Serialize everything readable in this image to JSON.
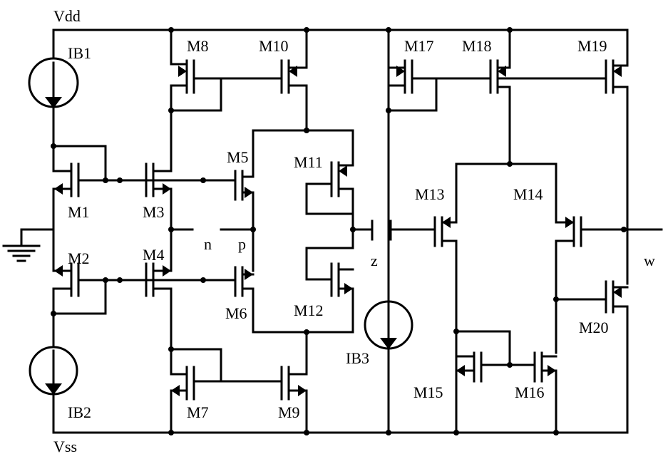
{
  "rails": {
    "top": "Vdd",
    "bottom": "Vss"
  },
  "sources": {
    "ib1": "IB1",
    "ib2": "IB2",
    "ib3": "IB3"
  },
  "transistors": {
    "m1": "M1",
    "m2": "M2",
    "m3": "M3",
    "m4": "M4",
    "m5": "M5",
    "m6": "M6",
    "m7": "M7",
    "m8": "M8",
    "m9": "M9",
    "m10": "M10",
    "m11": "M11",
    "m12": "M12",
    "m13": "M13",
    "m14": "M14",
    "m15": "M15",
    "m16": "M16",
    "m17": "M17",
    "m18": "M18",
    "m19": "M19",
    "m20": "M20"
  },
  "nodes": {
    "n": "n",
    "p": "p",
    "z": "z",
    "w": "w"
  },
  "colors": {
    "ink": "#000000",
    "background": "#ffffff"
  }
}
